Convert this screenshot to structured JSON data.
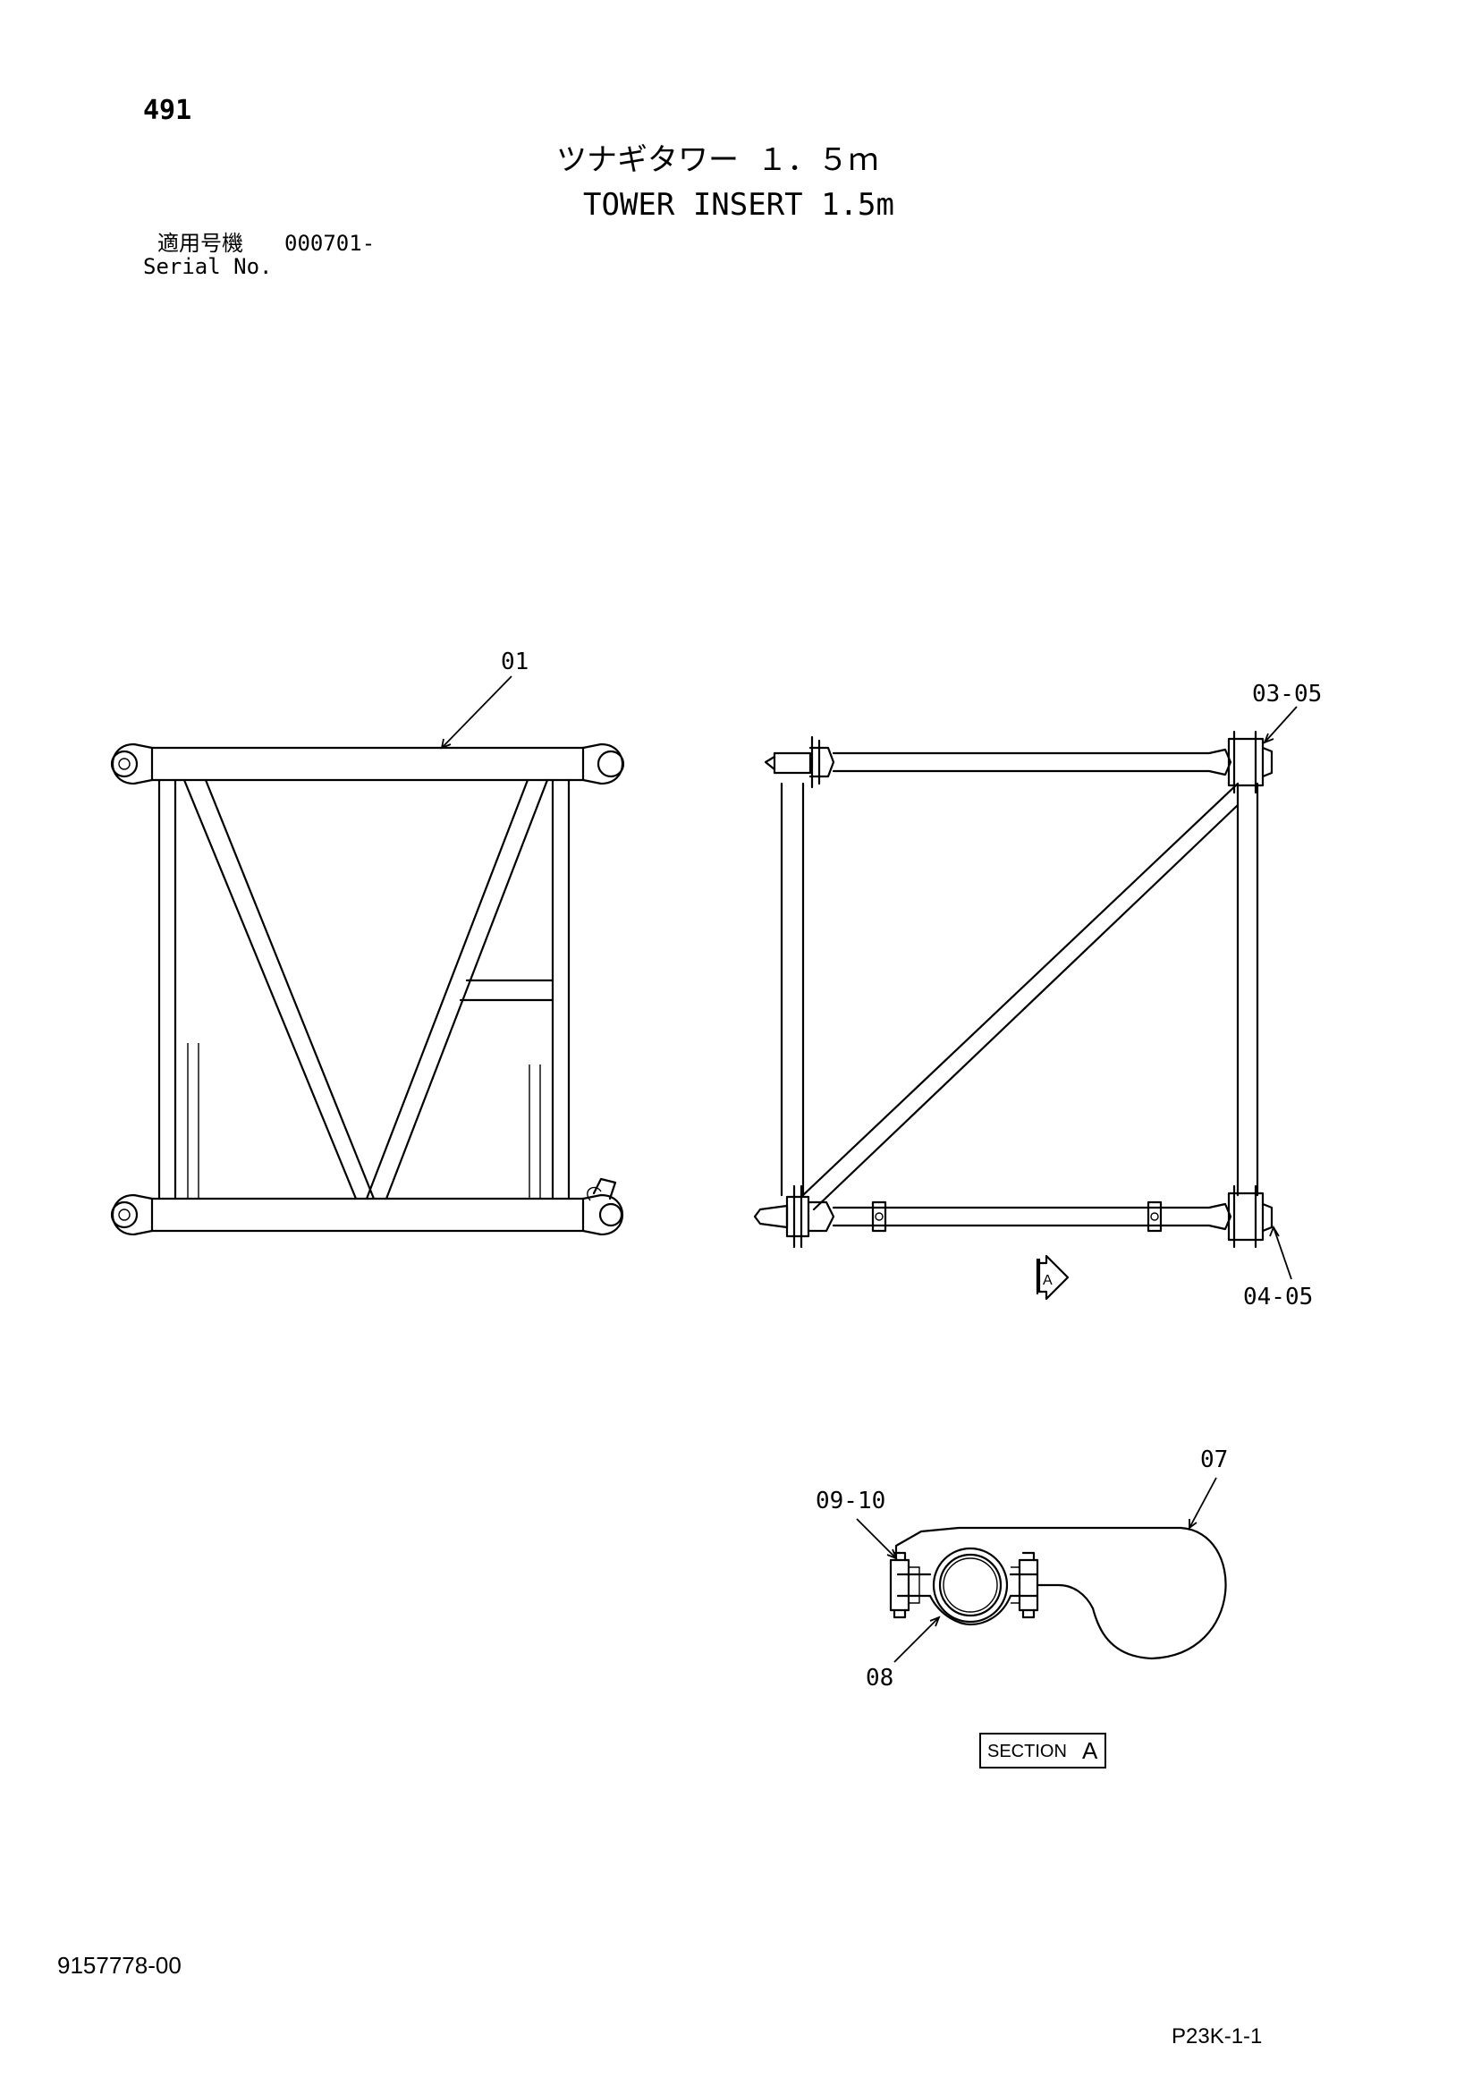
{
  "header": {
    "page_number": "491",
    "title_jp": "ツナギタワー １．５ｍ",
    "title_en": "TOWER INSERT 1.5m",
    "serial_label_jp": "適用号機",
    "serial_value": "000701-",
    "serial_label_en": "Serial No."
  },
  "callouts": {
    "c01": "01",
    "c0305": "03-05",
    "c0405": "04-05",
    "c07": "07",
    "c0910": "09-10",
    "c08": "08",
    "view_arrow": "A"
  },
  "section_box": {
    "label": "SECTION",
    "letter": "A"
  },
  "footer": {
    "drawing_number": "9157778-00",
    "page_code": "P23K-1-1"
  }
}
